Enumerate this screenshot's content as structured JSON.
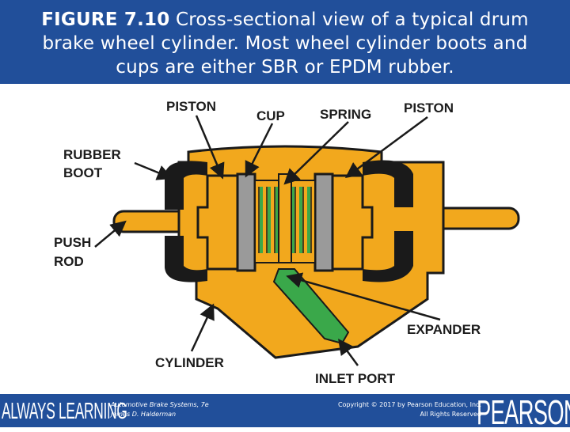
{
  "header": {
    "figure_number": "FIGURE 7.10",
    "caption_line1": "Cross-sectional view of a typical drum",
    "caption_line2": "brake wheel cylinder. Most wheel cylinder boots and",
    "caption_line3": "cups are either SBR or EPDM rubber."
  },
  "diagram": {
    "labels": {
      "piston_left": "PISTON",
      "cup": "CUP",
      "spring": "SPRING",
      "piston_right": "PISTON",
      "rubber_boot_1": "RUBBER",
      "rubber_boot_2": "BOOT",
      "push_rod_1": "PUSH",
      "push_rod_2": "ROD",
      "expander": "EXPANDER",
      "cylinder": "CYLINDER",
      "inlet_port": "INLET PORT"
    },
    "colors": {
      "body": "#f2a81d",
      "outline": "#1a1a1a",
      "inlet": "#3aa84a",
      "spring": "#3aa84a",
      "boot": "#1a1a1a"
    }
  },
  "footer": {
    "brand_left": "ALWAYS LEARNING",
    "book_title": "Automotive Brake Systems, 7e",
    "book_author": "James D. Halderman",
    "copyright_line1": "Copyright © 2017 by Pearson Education, Inc.",
    "copyright_line2": "All Rights Reserved",
    "brand_right": "PEARSON"
  }
}
